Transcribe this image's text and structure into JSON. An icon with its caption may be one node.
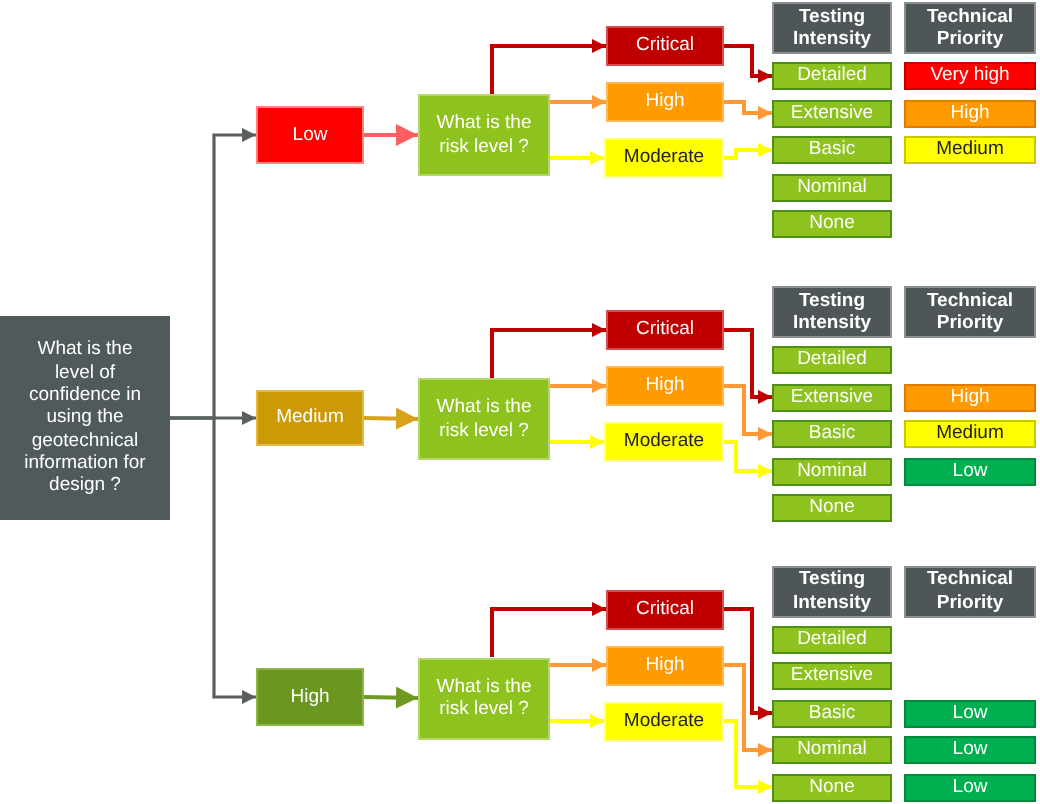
{
  "diagram": {
    "nodes": [
      {
        "text": [
          "What is the level of confidence in using the geotechnical information for design ?"
        ]
      },
      {
        "text": [
          "Low"
        ]
      },
      {
        "text": [
          "Medium"
        ]
      },
      {
        "text": [
          "High"
        ]
      },
      {
        "text": [
          "What is the risk level ?"
        ]
      },
      {
        "text": [
          "Critical"
        ]
      },
      {
        "text": [
          "High"
        ]
      },
      {
        "text": [
          "Moderate"
        ]
      },
      {
        "text": [
          "Testing Intensity"
        ]
      },
      {
        "text": [
          "Technical Priority"
        ]
      },
      {
        "text": [
          "Detailed"
        ]
      },
      {
        "text": [
          "Extensive"
        ]
      },
      {
        "text": [
          "Basic"
        ]
      },
      {
        "text": [
          "Nominal"
        ]
      },
      {
        "text": [
          "None"
        ]
      },
      {
        "text": [
          "Very high"
        ]
      },
      {
        "text": [
          "High"
        ]
      },
      {
        "text": [
          "Medium"
        ]
      },
      {
        "text": [
          "What is the risk level ?"
        ]
      },
      {
        "text": [
          "Critical"
        ]
      },
      {
        "text": [
          "High"
        ]
      },
      {
        "text": [
          "Moderate"
        ]
      },
      {
        "text": [
          "Testing Intensity"
        ]
      },
      {
        "text": [
          "Technical Priority"
        ]
      },
      {
        "text": [
          "Detailed"
        ]
      },
      {
        "text": [
          "Extensive"
        ]
      },
      {
        "text": [
          "Basic"
        ]
      },
      {
        "text": [
          "Nominal"
        ]
      },
      {
        "text": [
          "None"
        ]
      },
      {
        "text": [
          "High"
        ]
      },
      {
        "text": [
          "Medium"
        ]
      },
      {
        "text": [
          "Low"
        ]
      },
      {
        "text": [
          "What is the risk level ?"
        ]
      },
      {
        "text": [
          "Critical"
        ]
      },
      {
        "text": [
          "High"
        ]
      },
      {
        "text": [
          "Moderate"
        ]
      },
      {
        "text": [
          "Testing Intensity"
        ]
      },
      {
        "text": [
          "Technical Priority"
        ]
      },
      {
        "text": [
          "Detailed"
        ]
      },
      {
        "text": [
          "Extensive"
        ]
      },
      {
        "text": [
          "Basic"
        ]
      },
      {
        "text": [
          "Nominal"
        ]
      },
      {
        "text": [
          "None"
        ]
      },
      {
        "text": [
          "Low"
        ]
      },
      {
        "text": [
          "Low"
        ]
      },
      {
        "text": [
          "Low"
        ]
      }
    ],
    "edges": [
      {
        "from": 0,
        "to": 1,
        "arrow": "to",
        "color": "#59605f"
      },
      {
        "from": 0,
        "to": 2,
        "arrow": "to",
        "color": "#59605f"
      },
      {
        "from": 0,
        "to": 3,
        "arrow": "to",
        "color": "#59605f"
      },
      {
        "from": 1,
        "to": 4,
        "arrow": "to",
        "color": "#ff5f5f"
      },
      {
        "from": 2,
        "to": 18,
        "arrow": "to",
        "color": "#d9a21a"
      },
      {
        "from": 3,
        "to": 32,
        "arrow": "to",
        "color": "#6e9a22"
      },
      {
        "from": 4,
        "to": 5,
        "arrow": "to",
        "color": "#c00000"
      },
      {
        "from": 4,
        "to": 6,
        "arrow": "to",
        "color": "#ff9933"
      },
      {
        "from": 4,
        "to": 7,
        "arrow": "to",
        "color": "#ffff00"
      },
      {
        "from": 5,
        "to": 10,
        "arrow": "to",
        "color": "#c00000"
      },
      {
        "from": 6,
        "to": 11,
        "arrow": "to",
        "color": "#ff9933"
      },
      {
        "from": 7,
        "to": 12,
        "arrow": "to",
        "color": "#ffff00"
      },
      {
        "from": 18,
        "to": 19,
        "arrow": "to",
        "color": "#c00000"
      },
      {
        "from": 18,
        "to": 20,
        "arrow": "to",
        "color": "#ff9933"
      },
      {
        "from": 18,
        "to": 21,
        "arrow": "to",
        "color": "#ffff00"
      },
      {
        "from": 19,
        "to": 25,
        "arrow": "to",
        "color": "#c00000"
      },
      {
        "from": 20,
        "to": 26,
        "arrow": "to",
        "color": "#ff9933"
      },
      {
        "from": 21,
        "to": 27,
        "arrow": "to",
        "color": "#ffff00"
      },
      {
        "from": 32,
        "to": 33,
        "arrow": "to",
        "color": "#c00000"
      },
      {
        "from": 32,
        "to": 34,
        "arrow": "to",
        "color": "#ff9933"
      },
      {
        "from": 32,
        "to": 35,
        "arrow": "to",
        "color": "#ffff00"
      },
      {
        "from": 33,
        "to": 40,
        "arrow": "to",
        "color": "#c00000"
      },
      {
        "from": 34,
        "to": 41,
        "arrow": "to",
        "color": "#ff9933"
      },
      {
        "from": 35,
        "to": 42,
        "arrow": "to",
        "color": "#ffff00"
      }
    ]
  }
}
